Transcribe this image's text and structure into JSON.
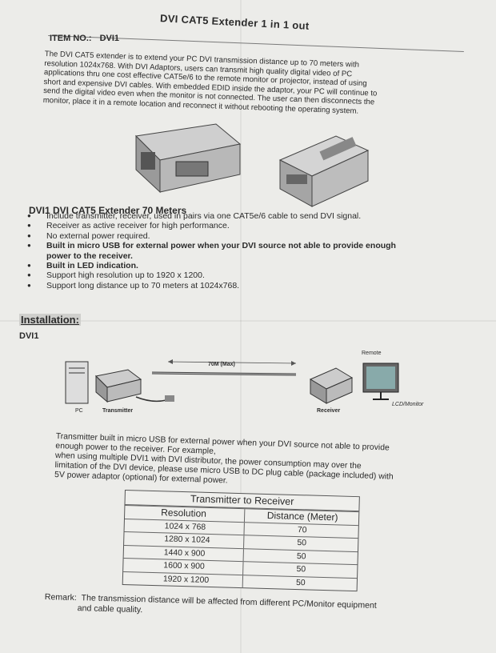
{
  "title": "DVI CAT5 Extender 1 in 1 out",
  "item_no_label": "ITEM NO.:",
  "item_no_value": "DVI1",
  "intro_lines": [
    "The DVI CAT5 extender is to extend your PC DVI transmission distance up to 70 meters with",
    "resolution 1024x768.  With DVI Adaptors, users can transmit high quality digital video of PC",
    "applications thru one cost effective CAT5e/6 to the remote monitor or projector, instead of using",
    "short and expensive DVI cables. With embedded EDID inside the adaptor, your PC will continue to",
    "send the digital video even when the monitor is not connected. The user can then disconnects the",
    "monitor, place it in a remote location and reconnect it without rebooting the operating system."
  ],
  "section_heading": "DVI1 DVI CAT5 Extender 70 Meters",
  "features": [
    {
      "text": "Include transmitter, receiver, used in pairs via one CAT5e/6 cable to send DVI signal.",
      "bold": false,
      "bullet": true
    },
    {
      "text": "Receiver as active receiver for high performance.",
      "bold": false,
      "bullet": true
    },
    {
      "text": "No external power required.",
      "bold": false,
      "bullet": true
    },
    {
      "text": "Built in micro USB for external power when your DVI source not able to provide enough",
      "bold": true,
      "bullet": true
    },
    {
      "text": "power to the receiver.",
      "bold": true,
      "bullet": false
    },
    {
      "text": "Built in LED indication.",
      "bold": true,
      "bullet": true
    },
    {
      "text": "Support high resolution up to 1920 x 1200.",
      "bold": false,
      "bullet": true
    },
    {
      "text": "Support long distance up to 70 meters at 1024x768.",
      "bold": false,
      "bullet": true
    }
  ],
  "installation_heading": "Installation:",
  "installation_sub": "DVI1",
  "diagram": {
    "cable_label": "70M (Max)",
    "remote_label": "Remote",
    "pc_label": "PC",
    "transmitter_label": "Transmitter",
    "receiver_label": "Receiver",
    "monitor_label": "LCD/Monitor"
  },
  "paragraph_lines": [
    "Transmitter built in micro USB for external power when your DVI source not able to provide",
    "enough power to the receiver.  For example,",
    "when using multiple DVI1 with DVI distributor, the power consumption may over the",
    "limitation of the DVI device, please use micro USB to DC plug cable (package included) with",
    "5V power adaptor (optional) for external power."
  ],
  "table": {
    "caption": "Transmitter to Receiver",
    "headers": [
      "Resolution",
      "Distance (Meter)"
    ],
    "rows": [
      [
        "1024 x  768",
        "70"
      ],
      [
        "1280 x 1024",
        "50"
      ],
      [
        "1440 x  900",
        "50"
      ],
      [
        "1600 x  900",
        "50"
      ],
      [
        "1920 x 1200",
        "50"
      ]
    ]
  },
  "remark_lines": [
    "Remark:  The transmission distance will be affected from different PC/Monitor equipment",
    "              and cable quality."
  ]
}
